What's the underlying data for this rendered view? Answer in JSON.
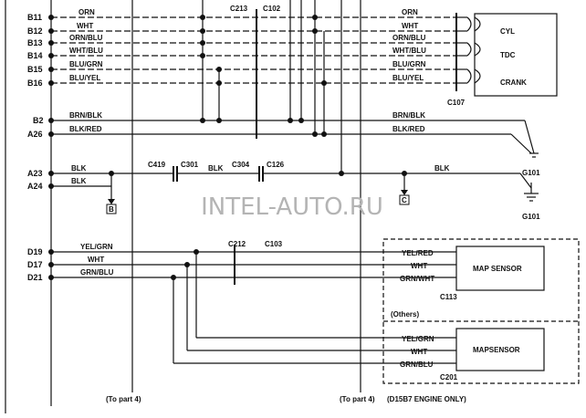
{
  "watermark": "INTEL-AUTO.RU",
  "connectors": {
    "c213": "C213",
    "c102": "C102",
    "c107": "C107",
    "c419": "C419",
    "c301": "C301",
    "c304": "C304",
    "c126": "C126",
    "c212": "C212",
    "c103": "C103",
    "c113": "C113",
    "c201": "C201"
  },
  "pins": {
    "b11": "B11",
    "b12": "B12",
    "b13": "B13",
    "b14": "B14",
    "b15": "B15",
    "b16": "B16",
    "b2": "B2",
    "a26": "A26",
    "a23": "A23",
    "a24": "A24",
    "d19": "D19",
    "d17": "D17",
    "d21": "D21"
  },
  "wires": {
    "orn": "ORN",
    "wht": "WHT",
    "orn_blu": "ORN/BLU",
    "wht_blu": "WHT/BLU",
    "blu_grn": "BLU/GRN",
    "blu_yel": "BLU/YEL",
    "brn_blk": "BRN/BLK",
    "blk_red": "BLK/RED",
    "blk": "BLK",
    "yel_grn": "YEL/GRN",
    "grn_blu": "GRN/BLU",
    "yel_red": "YEL/RED",
    "grn_wht": "GRN/WHT"
  },
  "sensors": {
    "cyl": "CYL",
    "tdc": "TDC",
    "crank": "CRANK"
  },
  "grounds": {
    "g101": "G101"
  },
  "refs": {
    "b": "B",
    "c": "C"
  },
  "components": {
    "map_sensor_1": "MAP SENSOR",
    "map_sensor_2": "MAPSENSOR"
  },
  "notes": {
    "to_part4": "(To part 4)",
    "others": "(Others)",
    "engine": "(D15B7 ENGINE ONLY)"
  }
}
